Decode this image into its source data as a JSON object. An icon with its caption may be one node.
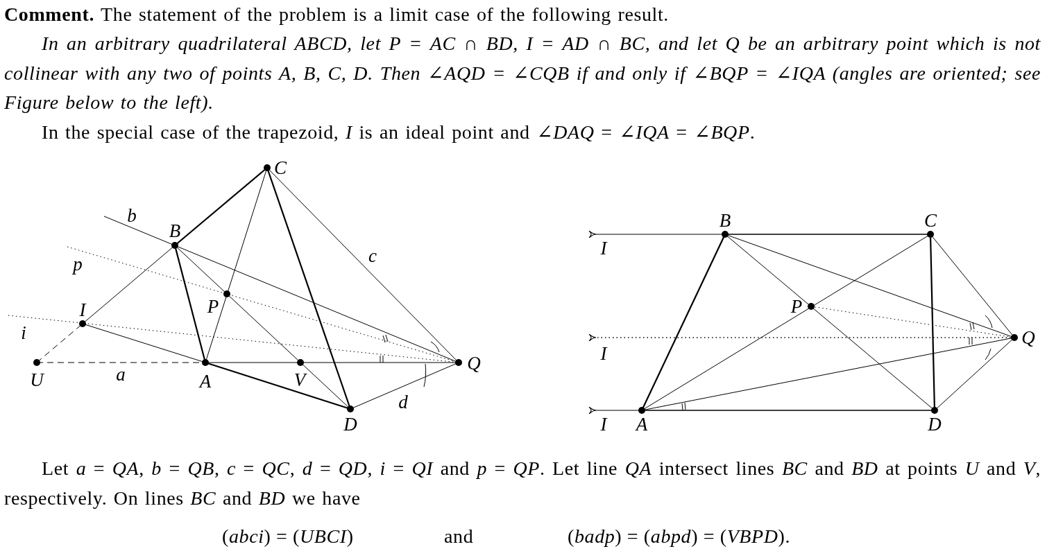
{
  "diagram": {
    "labels": [
      "**Comment.** The statement of the problem is a limit case of the following result.",
      "In an arbitrary quadrilateral ABCD, let P = AC ∩ BD, I = AD ∩ BC, and let Q be an arbitrary point which is not collinear with any two of points A, B, C, D. Then ∠AQD = ∠CQB if and only if ∠BQP = ∠IQA (angles are oriented; see Figure below to the left).",
      "In the special case of the trapezoid, *I* is an ideal point and ∠*DAQ* = ∠*IQA* = ∠*BQP*.",
      "C",
      "b",
      "B",
      "p",
      "c",
      "I",
      "P",
      "i",
      "U",
      "a",
      "A",
      "V",
      "Q",
      "d",
      "D",
      "B",
      "C",
      "I",
      "P",
      "Q",
      "I",
      "I",
      "A",
      "D",
      "Let *a* = *QA*, *b* = *QB*, *c* = *QC*, *d* = *QD*, *i* = *QI* and *p* = *QP*. Let line *QA* intersect lines *BC* and *BD* at points *U* and *V*, respectively. On lines *BC* and *BD* we have",
      "(*abci*) = (*UBCI*)",
      "and",
      "(*badp*) = (*abpd*) = (*VBPD*)."
    ]
  }
}
